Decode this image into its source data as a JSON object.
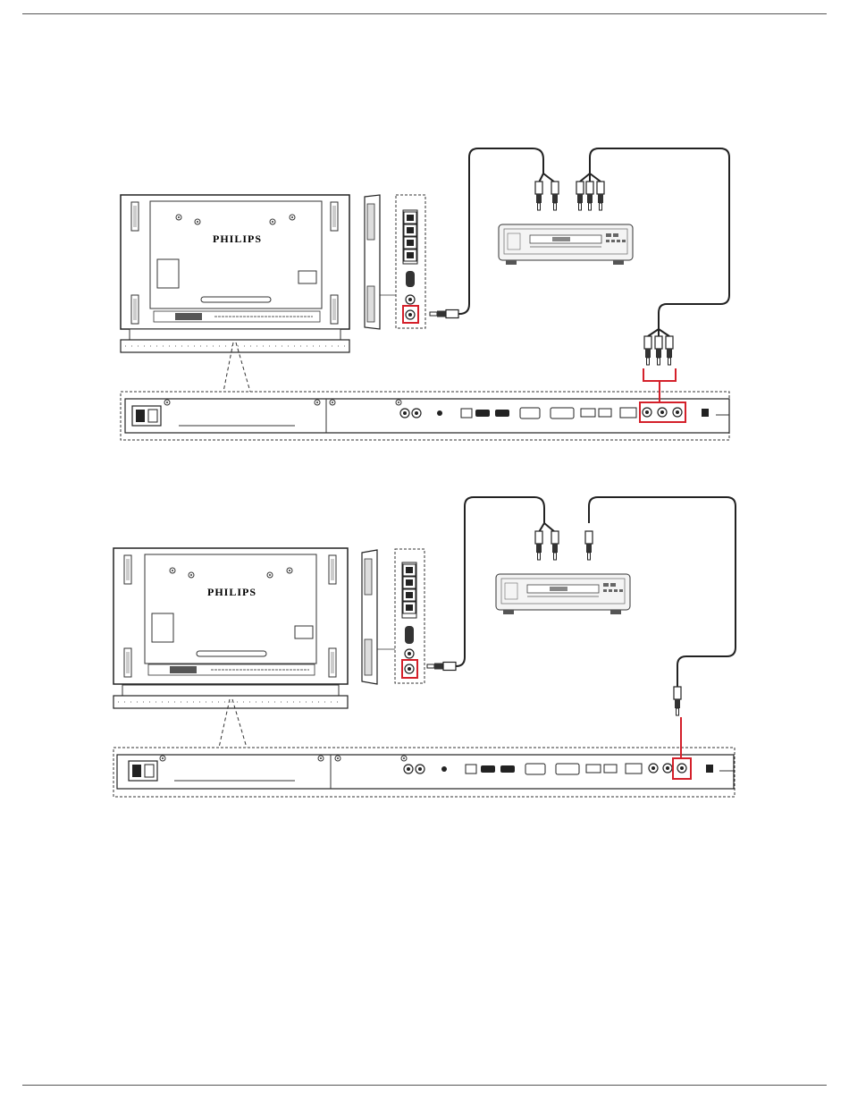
{
  "page": {
    "header_rule": true,
    "footer_rule": true
  },
  "diagrams": [
    {
      "id": "composite-av-connection",
      "display_brand": "PHILIPS",
      "highlight_color": "#d4202a",
      "display_side_port": "av-out-audio",
      "rear_ports_highlighted": "ypbpr-component-in",
      "cables": [
        "audio-rca-pair",
        "component-ypbpr-triple"
      ]
    },
    {
      "id": "cvbs-connection",
      "display_brand": "PHILIPS",
      "highlight_color": "#d4202a",
      "display_side_port": "av-out-audio",
      "rear_ports_highlighted": "cvbs-in",
      "cables": [
        "audio-rca-pair",
        "cvbs-single"
      ]
    }
  ],
  "icons": {
    "player": "dvd-player-icon",
    "display_back": "display-rear-icon",
    "display_side": "display-side-icon",
    "rear_panel": "rear-io-panel-icon"
  }
}
